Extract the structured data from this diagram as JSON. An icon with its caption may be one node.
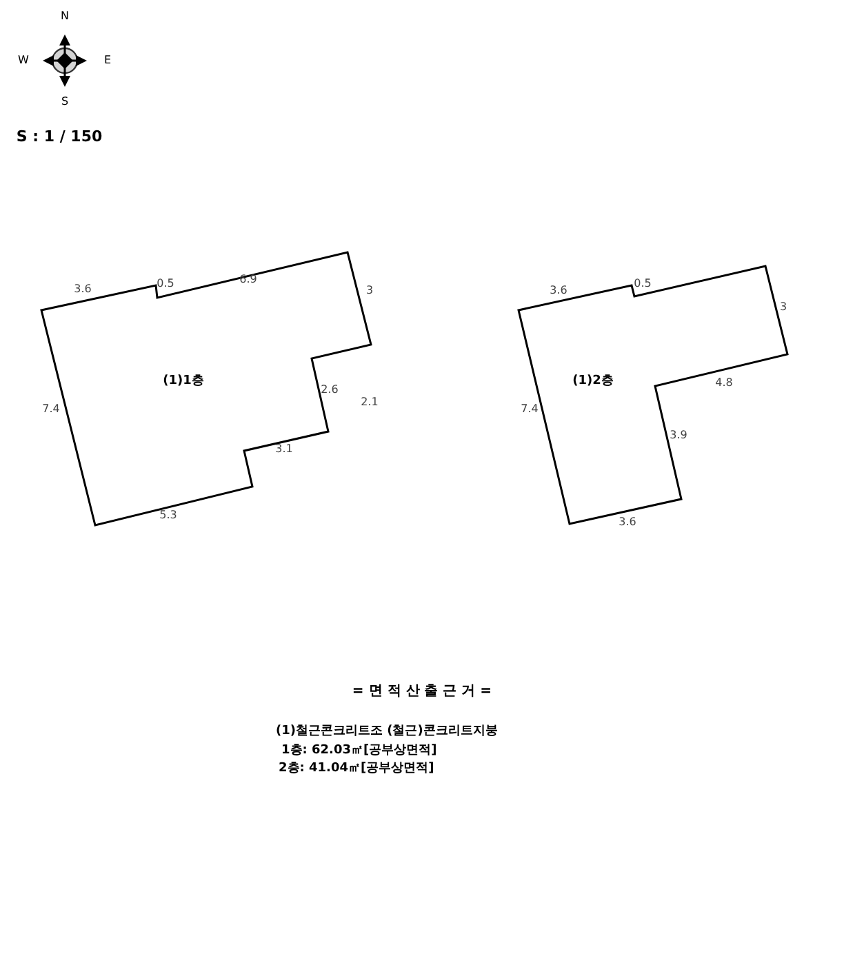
{
  "diagram": {
    "title": "= 면 적 산 출 근 거 =",
    "nodes": [
      {
        "text": [
          "(1)1층"
        ]
      },
      {
        "text": [
          "(1)2층"
        ]
      }
    ],
    "labels": [
      "N",
      "W",
      "E",
      "S",
      "S : 1 / 150",
      "3.6",
      "0.5",
      "6.9",
      "3",
      "2.6",
      "2.1",
      "3.1",
      "5.3",
      "7.4",
      "3.6",
      "0.5",
      "3",
      "4.8",
      "3.9",
      "3.6",
      "7.4",
      "(1)철근콘크리트조 (철근)콘크리트지붕",
      "1층: 62.03㎡[공부상면적]",
      "2층: 41.04㎡[공부상면적]"
    ]
  }
}
